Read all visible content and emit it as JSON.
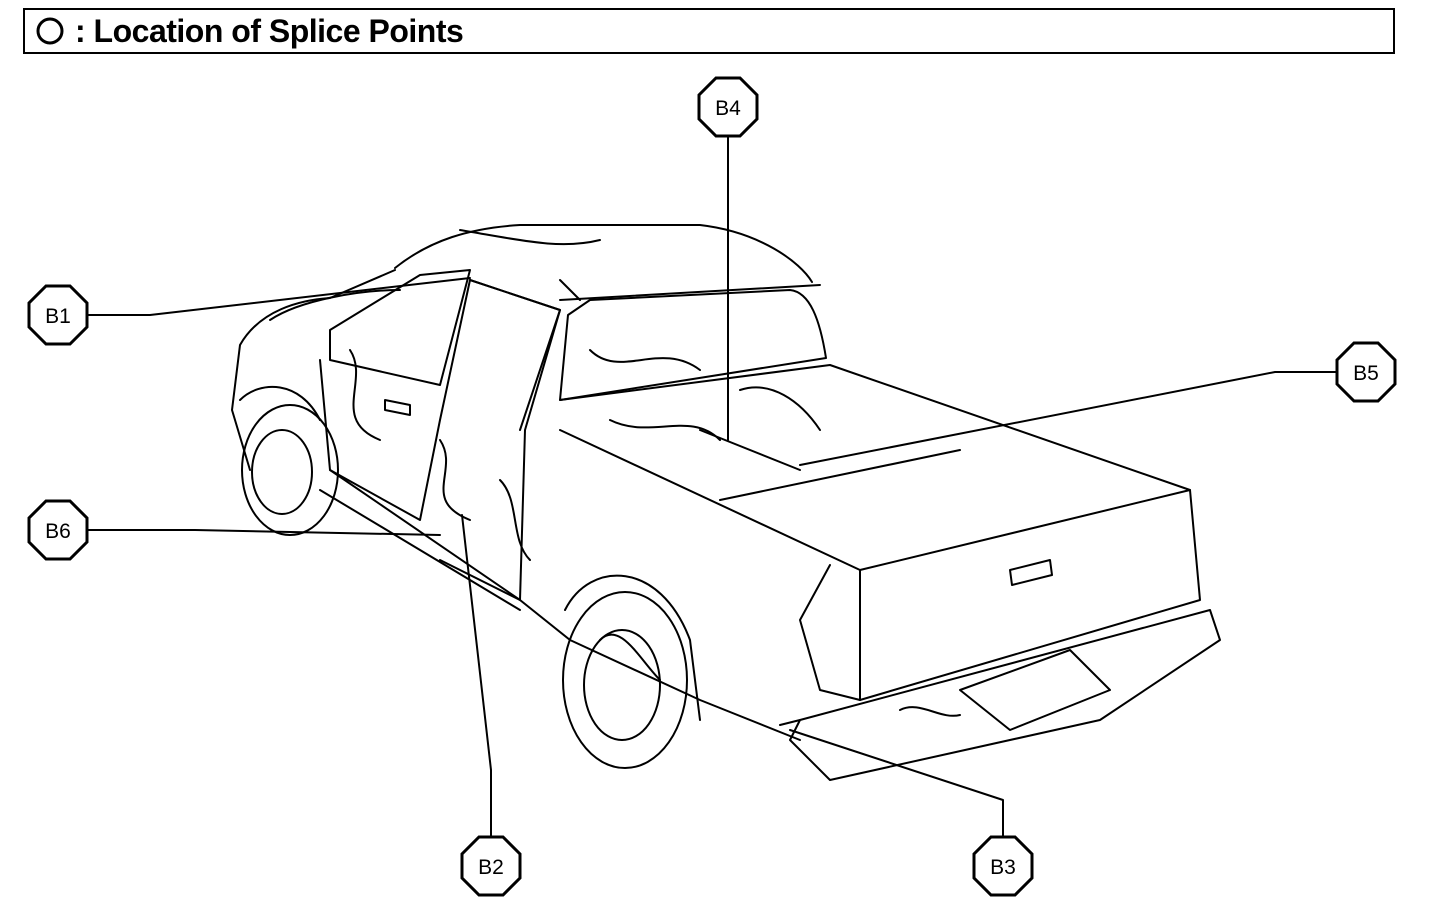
{
  "title": {
    "legend_icon": "circle-outline-icon",
    "text": ": Location of Splice Points"
  },
  "splice_points": [
    {
      "id": "b1",
      "label": "B1"
    },
    {
      "id": "b2",
      "label": "B2"
    },
    {
      "id": "b3",
      "label": "B3"
    },
    {
      "id": "b4",
      "label": "B4"
    },
    {
      "id": "b5",
      "label": "B5"
    },
    {
      "id": "b6",
      "label": "B6"
    }
  ],
  "colors": {
    "line": "#000000",
    "background": "#ffffff"
  }
}
